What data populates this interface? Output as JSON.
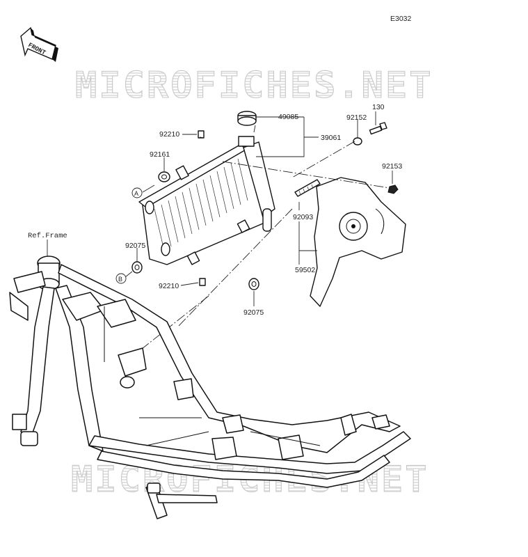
{
  "diagram_code": "E3032",
  "front_arrow_label": "FRONT",
  "frame_reference": "Ref.Frame",
  "watermark": "MICROFICHES.NET",
  "part_numbers": {
    "p49085": "49085",
    "p39061": "39061",
    "p92152": "92152",
    "p130": "130",
    "p92210_top": "92210",
    "p92161": "92161",
    "p92153": "92153",
    "p92093": "92093",
    "p59502": "59502",
    "p92075_left": "92075",
    "p92210_bottom": "92210",
    "p92075_bottom": "92075"
  },
  "callouts": {
    "a_radiator": "A",
    "b_radiator": "B",
    "a_frame": "A",
    "b_frame": "B"
  }
}
